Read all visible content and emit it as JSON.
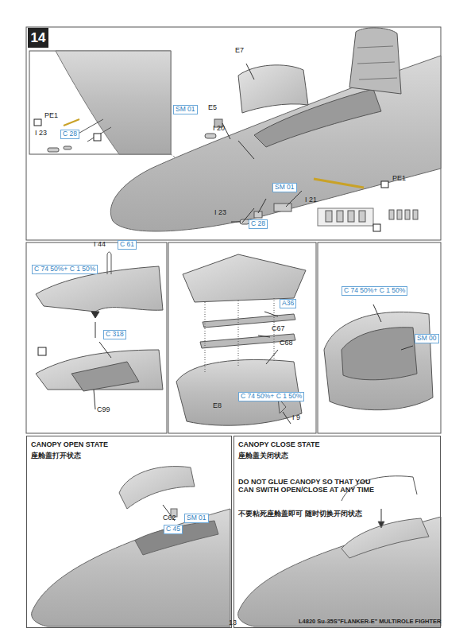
{
  "diagram": {
    "nodes": [
      {
        "text": [
          "14"
        ]
      },
      {
        "text": [
          "CANOPY OPEN STATE",
          "座舱盖打开状态"
        ]
      },
      {
        "text": [
          "CANOPY CLOSE STATE",
          "座舱盖关闭状态",
          "DO NOT GLUE CANOPY SO THAT YOU CAN SWITH OPEN/CLOSE AT ANY TIME",
          "不要粘死座舱盖即可 随时切换开闭状态"
        ]
      }
    ],
    "labels": [
      "PE1",
      "I 23",
      "C 28",
      "SM 01",
      "I 20",
      "E7",
      "E5",
      "PE1",
      "SM 01",
      "I 21",
      "I 23",
      "C 28",
      "I 44",
      "C 61",
      "C 74 50%+ C 1 50%",
      "C 318",
      "C99",
      "A36",
      "C67",
      "C68",
      "C 74 50%+ C 1 50%",
      "E8",
      "I 9",
      "C 74 50%+ C 1 50%",
      "SM 00",
      "C62",
      "C 45",
      "SM 01",
      "13",
      "L4820 Su-35S\"FLANKER-E\" MULTIROLE FIGHTER"
    ]
  }
}
